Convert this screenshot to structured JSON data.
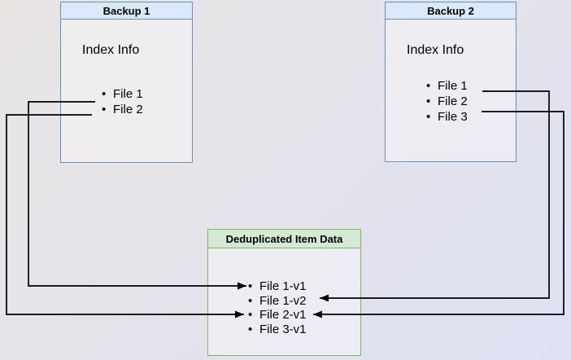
{
  "diagram": {
    "backup1": {
      "title": "Backup 1",
      "index_label": "Index Info",
      "files": [
        "File 1",
        "File 2"
      ]
    },
    "backup2": {
      "title": "Backup 2",
      "index_label": "Index Info",
      "files": [
        "File 1",
        "File 2",
        "File 3"
      ]
    },
    "dedup": {
      "title": "Deduplicated Item Data",
      "files": [
        "File 1-v1",
        "File 1-v2",
        "File 2-v1",
        "File 3-v1"
      ]
    },
    "connections": [
      {
        "from": "Backup 1 / File 1",
        "to": "Deduplicated Item Data / File 1-v1"
      },
      {
        "from": "Backup 1 / File 2",
        "to": "Deduplicated Item Data / File 2-v1"
      },
      {
        "from": "Backup 2 / File 1",
        "to": "Deduplicated Item Data / File 1-v2"
      },
      {
        "from": "Backup 2 / File 2",
        "to": "Deduplicated Item Data / File 2-v1"
      }
    ],
    "colors": {
      "blue_box_border": "#6c8ebf",
      "blue_box_header": "#dae8fc",
      "green_box_border": "#82b366",
      "green_box_header": "#d5e8d4",
      "arrow": "#000000",
      "background_top_left": "#e8e5e3",
      "background_bottom_right": "#dfe1f3"
    }
  }
}
